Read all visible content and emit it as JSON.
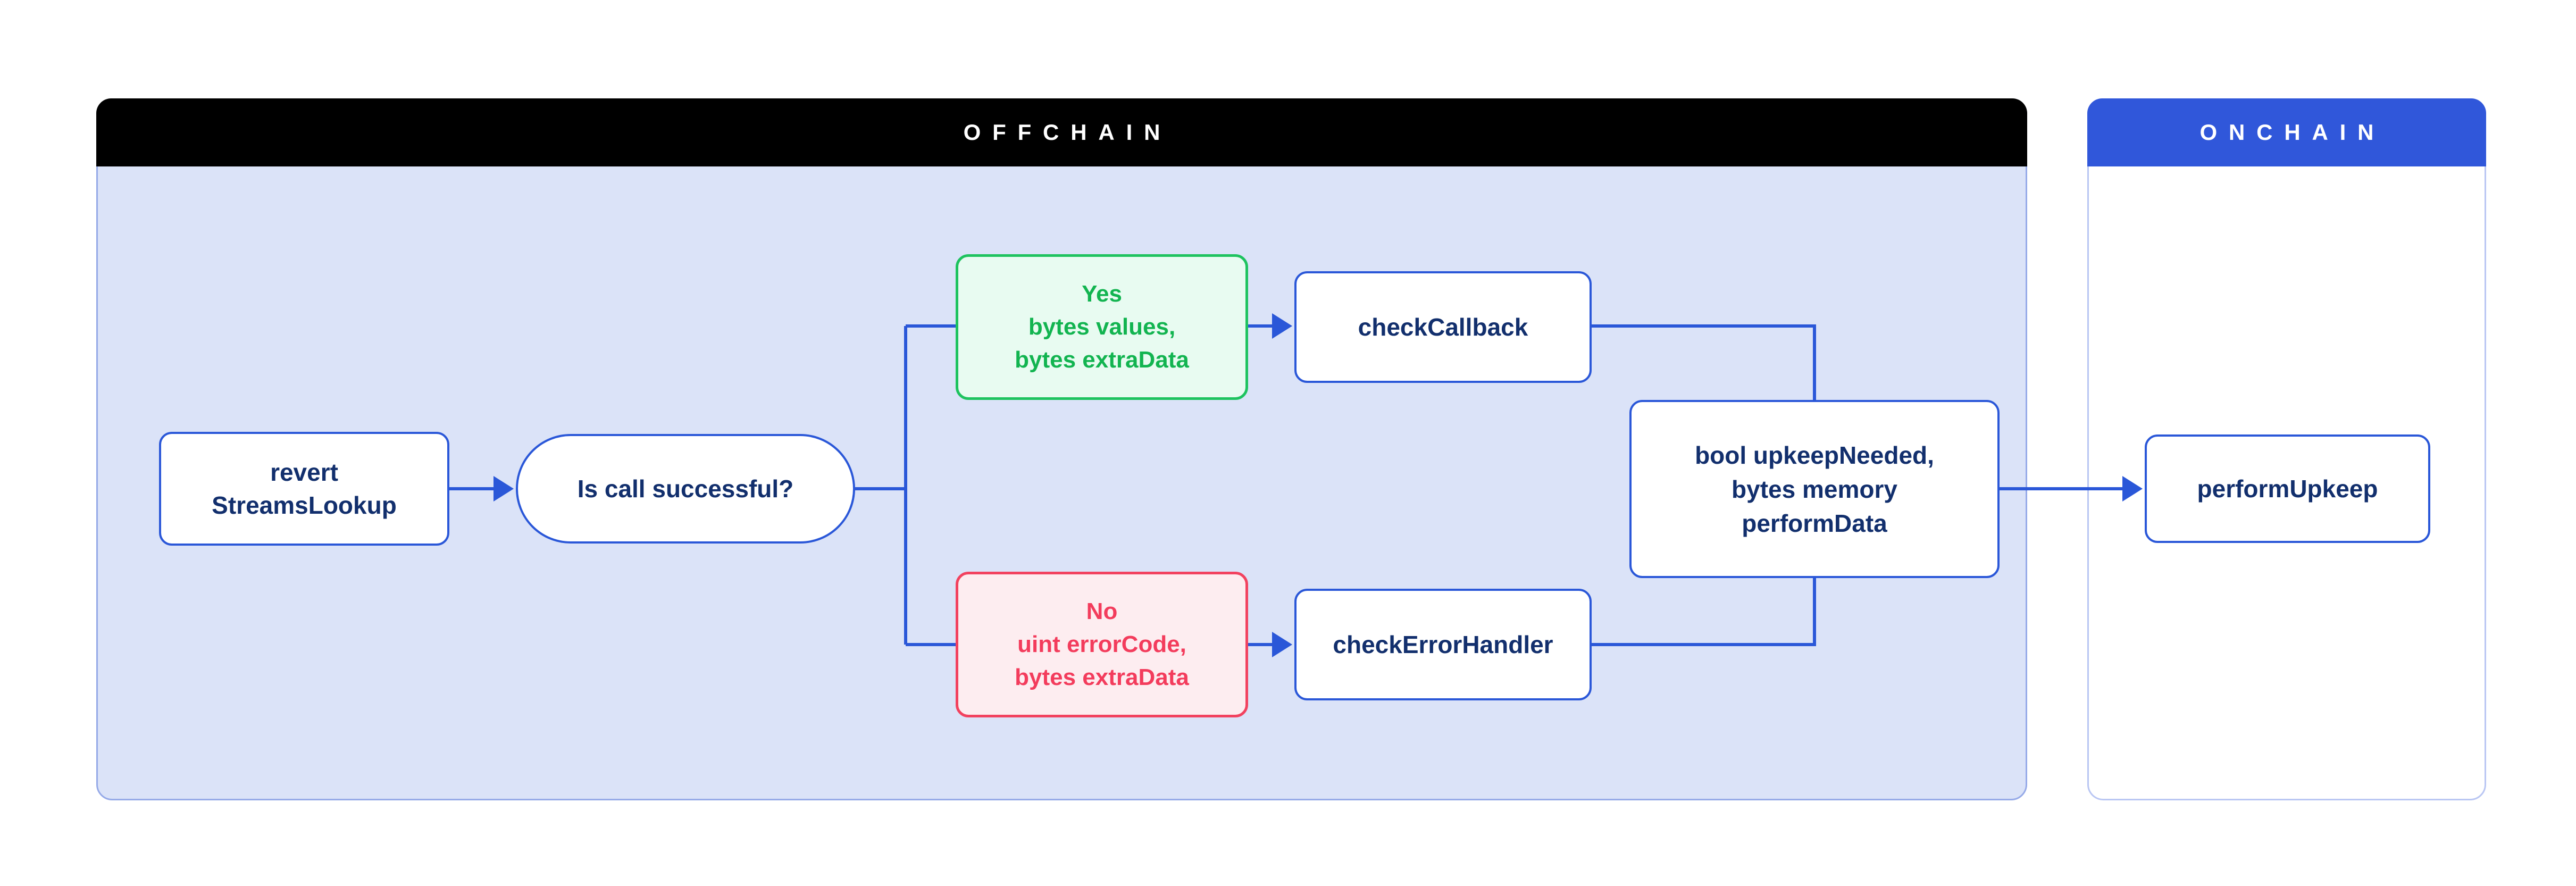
{
  "panels": {
    "offchain": {
      "title": "OFFCHAIN",
      "header_bg": "#000000",
      "body_bg": "#dbe3f8",
      "border_color": "#96aae8"
    },
    "onchain": {
      "title": "ONCHAIN",
      "header_bg": "#3057da",
      "body_bg": "#ffffff",
      "border_color": "#b9c6f3"
    }
  },
  "nodes": {
    "revert": {
      "line1": "revert",
      "line2": "StreamsLookup"
    },
    "decision": {
      "line1": "Is call successful?"
    },
    "yes": {
      "line1": "Yes",
      "line2": "bytes values,",
      "line3": "bytes extraData"
    },
    "no": {
      "line1": "No",
      "line2": "uint errorCode,",
      "line3": "bytes extraData"
    },
    "checkCallback": {
      "line1": "checkCallback"
    },
    "checkErrorHandler": {
      "line1": "checkErrorHandler"
    },
    "result": {
      "line1": "bool upkeepNeeded,",
      "line2": "bytes memory",
      "line3": "performData"
    },
    "performUpkeep": {
      "line1": "performUpkeep"
    }
  },
  "edges": [
    {
      "from": "revert",
      "to": "decision",
      "arrow": true
    },
    {
      "from": "decision",
      "to": "yes",
      "arrow": false
    },
    {
      "from": "decision",
      "to": "no",
      "arrow": false
    },
    {
      "from": "yes",
      "to": "checkCallback",
      "arrow": true
    },
    {
      "from": "no",
      "to": "checkErrorHandler",
      "arrow": true
    },
    {
      "from": "checkCallback",
      "to": "result",
      "arrow": false
    },
    {
      "from": "checkErrorHandler",
      "to": "result",
      "arrow": false
    },
    {
      "from": "result",
      "to": "performUpkeep",
      "arrow": true
    }
  ],
  "colors": {
    "connector_blue": "#2a57d8",
    "node_border_blue": "#2a57d8",
    "node_text_navy": "#122f6d",
    "success_border": "#1ec35f",
    "success_text": "#12b450",
    "success_bg": "#e8fbf1",
    "error_border": "#f2425f",
    "error_text": "#f33c5c",
    "error_bg": "#fdedf0",
    "onchain_header_blue": "#3057da",
    "offchain_body": "#dbe3f8"
  }
}
